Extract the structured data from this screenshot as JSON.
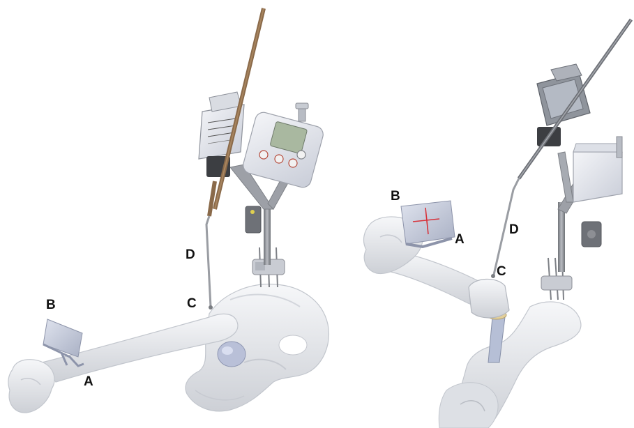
{
  "figure": {
    "left_panel": {
      "labels": {
        "A": "A",
        "B": "B",
        "C": "C",
        "D": "D"
      }
    },
    "right_panel": {
      "labels": {
        "A": "A",
        "B": "B",
        "C": "C",
        "D": "D"
      }
    }
  },
  "colors": {
    "bone": "#e9ebee",
    "bone_shadow": "#c9ccd2",
    "metal": "#8c8f94",
    "device_body": "#eef0f4",
    "device_screen": "#a9b8a0",
    "rod_brown": "#8a6a4a",
    "plate": "#c6ccdc",
    "crosshair": "#d8323a",
    "label_text": "#111111"
  }
}
